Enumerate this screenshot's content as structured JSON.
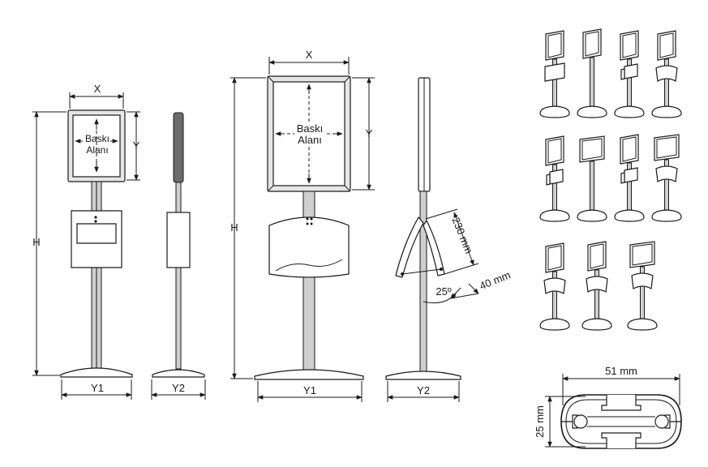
{
  "labels": {
    "x": "X",
    "y": "Y",
    "h": "H",
    "y1": "Y1",
    "y2": "Y2",
    "print_area_line1": "Baskı",
    "print_area_line2": "Alanı",
    "dim_230": "230 mm",
    "dim_40": "40 mm",
    "angle_25": "25º",
    "dim_51": "51 mm",
    "dim_25": "25 mm"
  }
}
